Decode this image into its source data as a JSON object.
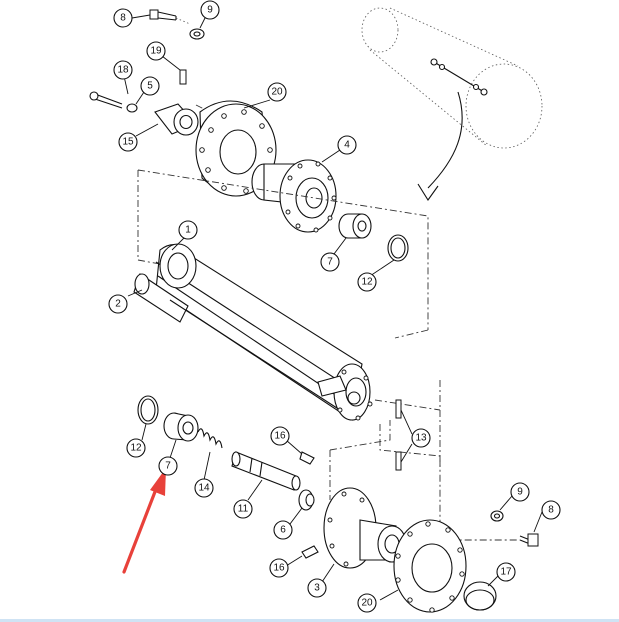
{
  "callouts": [
    "8",
    "9",
    "19",
    "18",
    "5",
    "15",
    "20",
    "4",
    "1",
    "7",
    "12",
    "2",
    "13",
    "12",
    "7",
    "14",
    "16",
    "11",
    "6",
    "9",
    "8",
    "16",
    "3",
    "17",
    "20"
  ],
  "colors": {
    "arrow": "#e8413a",
    "ink": "#111111",
    "bottom_rule": "#cfe3f4"
  }
}
